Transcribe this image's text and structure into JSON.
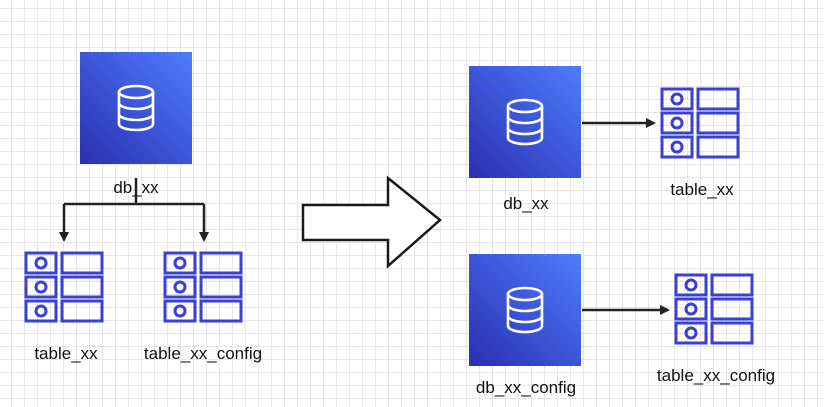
{
  "colors": {
    "db_gradient_top": "#4f7cff",
    "db_gradient_bottom": "#2a2fb0",
    "table_icon": "#3b3fd3",
    "connector": "#222222",
    "big_arrow_stroke": "#1a1a1a"
  },
  "before": {
    "database": {
      "name": "db_xx",
      "icon": "database-icon"
    },
    "tables": [
      {
        "name": "table_xx",
        "icon": "table-icon"
      },
      {
        "name": "table_xx_config",
        "icon": "table-icon"
      }
    ]
  },
  "after": {
    "groups": [
      {
        "database": "db_xx",
        "table": "table_xx"
      },
      {
        "database": "db_xx_config",
        "table": "table_xx_config"
      }
    ]
  }
}
